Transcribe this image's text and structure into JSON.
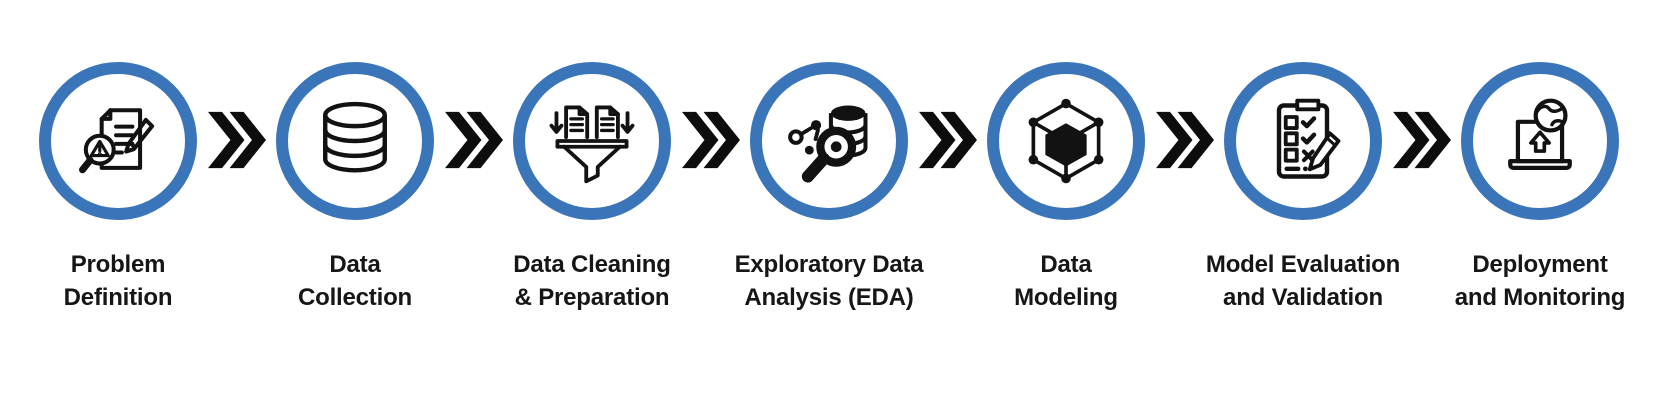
{
  "diagram": {
    "type": "process-flow",
    "background": "#ffffff",
    "ring_color": "#3b75b9",
    "icon_color": "#121212",
    "arrow_color": "#0d0d0d",
    "text_color": "#161616",
    "connector_icon": "double-chevron-right-icon",
    "steps": [
      {
        "id": 1,
        "icon": "document-alert-magnifier-icon",
        "label_line1": "Problem",
        "label_line2": "Definition"
      },
      {
        "id": 2,
        "icon": "database-icon",
        "label_line1": "Data",
        "label_line2": "Collection"
      },
      {
        "id": 3,
        "icon": "funnel-documents-icon",
        "label_line1": "Data Cleaning",
        "label_line2": "& Preparation"
      },
      {
        "id": 4,
        "icon": "magnifier-database-nodes-icon",
        "label_line1": "Exploratory Data",
        "label_line2": "Analysis (EDA)"
      },
      {
        "id": 5,
        "icon": "cube-network-icon",
        "label_line1": "Data",
        "label_line2": "Modeling"
      },
      {
        "id": 6,
        "icon": "clipboard-checklist-pencil-icon",
        "label_line1": "Model Evaluation",
        "label_line2": "and Validation"
      },
      {
        "id": 7,
        "icon": "laptop-upload-globe-icon",
        "label_line1": "Deployment",
        "label_line2": "and Monitoring"
      }
    ]
  }
}
